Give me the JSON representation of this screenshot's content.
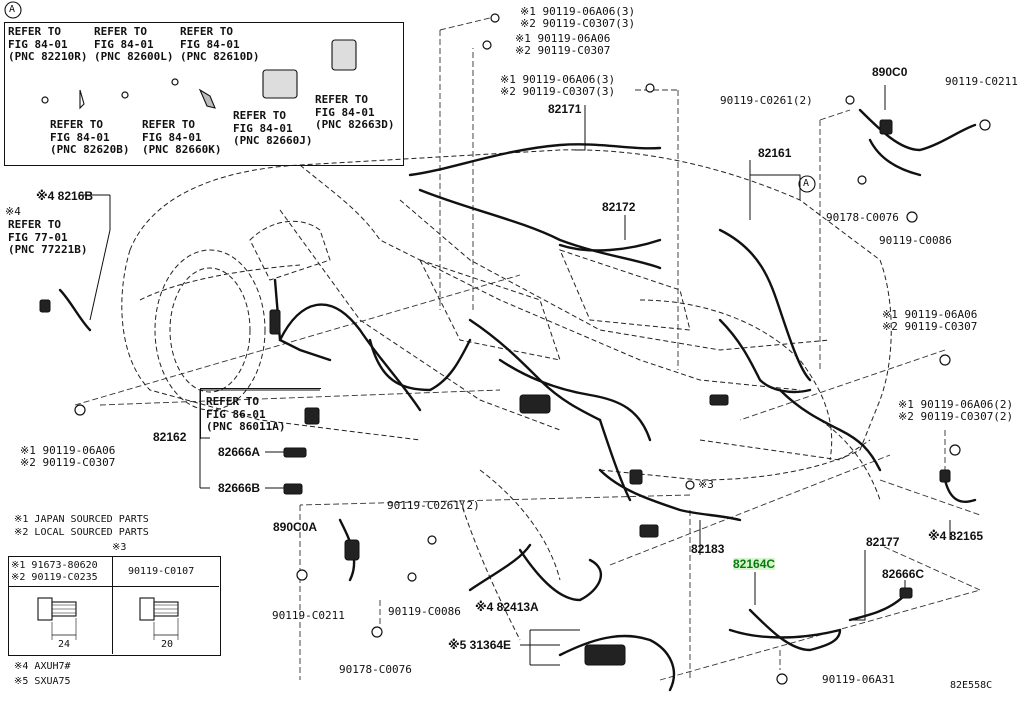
{
  "diagram_code": "82E558C",
  "callout_a": "A",
  "inset": {
    "refs": [
      {
        "l1": "REFER TO",
        "l2": "FIG 84-01",
        "l3": "(PNC 82210R)"
      },
      {
        "l1": "REFER TO",
        "l2": "FIG 84-01",
        "l3": "(PNC 82600L)"
      },
      {
        "l1": "REFER TO",
        "l2": "FIG 84-01",
        "l3": "(PNC 82610D)"
      },
      {
        "l1": "REFER TO",
        "l2": "FIG 84-01",
        "l3": "(PNC 82620B)"
      },
      {
        "l1": "REFER TO",
        "l2": "FIG 84-01",
        "l3": "(PNC 82660K)"
      },
      {
        "l1": "REFER TO",
        "l2": "FIG 84-01",
        "l3": "(PNC 82660J)"
      },
      {
        "l1": "REFER TO",
        "l2": "FIG 84-01",
        "l3": "(PNC 82663D)"
      }
    ]
  },
  "left_ref": {
    "l1": "REFER TO",
    "l2": "FIG 77-01",
    "l3": "(PNC 77221B)"
  },
  "mid_ref": {
    "l1": "REFER TO",
    "l2": "FIG 86-01",
    "l3": "(PNC 86011A)"
  },
  "labels": {
    "p82216B": "※4 8216B",
    "note4": "※4",
    "top1a": "※1 90119-06A06(3)",
    "top1b": "※2 90119-C0307(3)",
    "top2a": "※1 90119-06A06",
    "top2b": "※2 90119-C0307",
    "top3a": "※1 90119-06A06(3)",
    "top3b": "※2 90119-C0307(3)",
    "p82171": "82171",
    "p82172": "82172",
    "p82161": "82161",
    "p890C0": "890C0",
    "b0261": "90119-C0261(2)",
    "b0211r": "90119-C0211",
    "b0076r": "90178-C0076",
    "b0086r": "90119-C0086",
    "r1a": "※1 90119-06A06",
    "r1b": "※2 90119-C0307",
    "r2a": "※1 90119-06A06(2)",
    "r2b": "※2 90119-C0307(2)",
    "l1a": "※1 90119-06A06",
    "l1b": "※2 90119-C0307",
    "p82162": "82162",
    "p82666A": "82666A",
    "p82666B": "82666B",
    "note3b": "※3",
    "p82165": "※4 82165",
    "p82177": "82177",
    "p82666C": "82666C",
    "p82183": "82183",
    "p82164C": "82164C",
    "p890C0A": "890C0A",
    "b0261b": "90119-C0261(2)",
    "b0211b": "90119-C0211",
    "b0086b": "90119-C0086",
    "b0076b": "90178-C0076",
    "p82413A": "※4 82413A",
    "p31364E": "※5 31364E",
    "b06A31": "90119-06A31"
  },
  "legend": {
    "n1": "※1 JAPAN SOURCED PARTS",
    "n2": "※2 LOCAL SOURCED PARTS",
    "n3": "※3",
    "n4": "※4 AXUH7#",
    "n5": "※5 SXUA75",
    "col1a": "※1 91673-80620",
    "col1b": "※2 90119-C0235",
    "col2": "90119-C0107",
    "dim1": "24",
    "dim2": "20"
  }
}
